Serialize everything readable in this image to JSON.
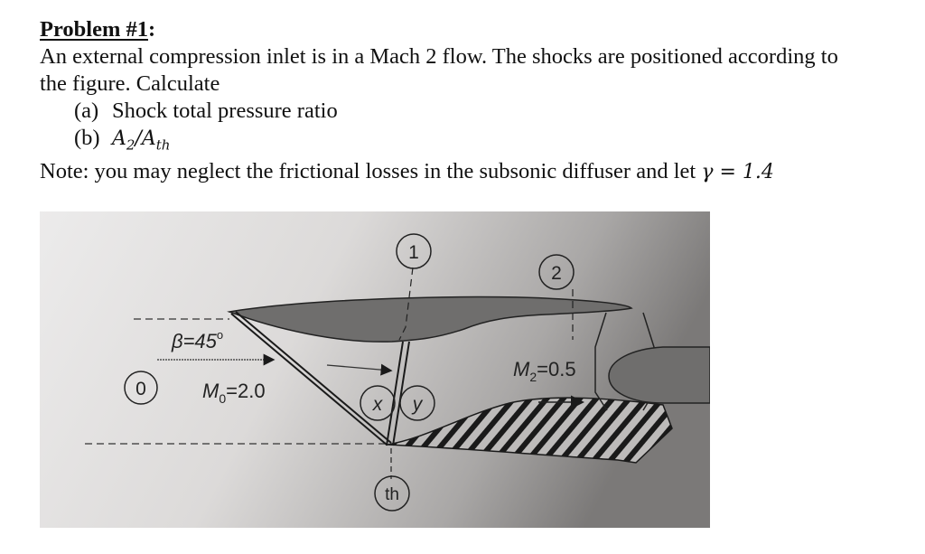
{
  "problem": {
    "title": "Problem #1",
    "title_colon": ":",
    "statement_line1": "An external compression inlet is in a Mach 2 flow. The shocks are positioned according to",
    "statement_line2": "the figure. Calculate",
    "parts": [
      {
        "label": "(a)",
        "text": "Shock total pressure ratio"
      },
      {
        "label": "(b)",
        "math_A": "A",
        "math_sub2": "2",
        "math_slash": "/A",
        "math_subth": "th"
      }
    ],
    "note": "Note: you may neglect the frictional losses in the subsonic diffuser and let ",
    "note_gamma": "γ = 1.4"
  },
  "figure": {
    "stations": {
      "s0": "0",
      "s1": "1",
      "s2": "2",
      "sx": "x",
      "sy": "y",
      "sth": "th"
    },
    "beta_label": "β = 45°",
    "beta_text": "β=45",
    "beta_deg": "o",
    "m0_M": "M",
    "m0_sub": "0",
    "m0_val": "=2.0",
    "m2_M": "M",
    "m2_sub": "2",
    "m2_val": "=0.5",
    "colors": {
      "paper_light": "#e9e6e6",
      "paper_dark": "#7a7877",
      "cowl": "#6f6e6d",
      "ink": "#1a1a1a"
    }
  }
}
